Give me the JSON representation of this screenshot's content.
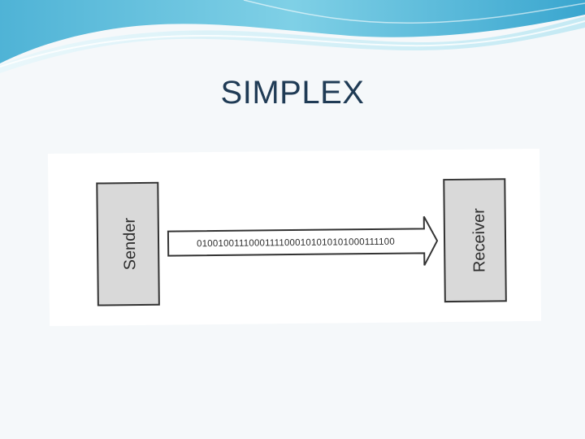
{
  "slide": {
    "title": "SIMPLEX"
  },
  "diagram": {
    "sender_label": "Sender",
    "receiver_label": "Receiver",
    "bit_stream": "01001001110001111000101010101000111100",
    "direction": "sender-to-receiver",
    "colors": {
      "box_fill": "#d9d9d9",
      "stroke": "#333333",
      "wave_primary": "#6cc4dd",
      "wave_light": "#c8ecf5",
      "title_text": "#1f3b55"
    }
  }
}
